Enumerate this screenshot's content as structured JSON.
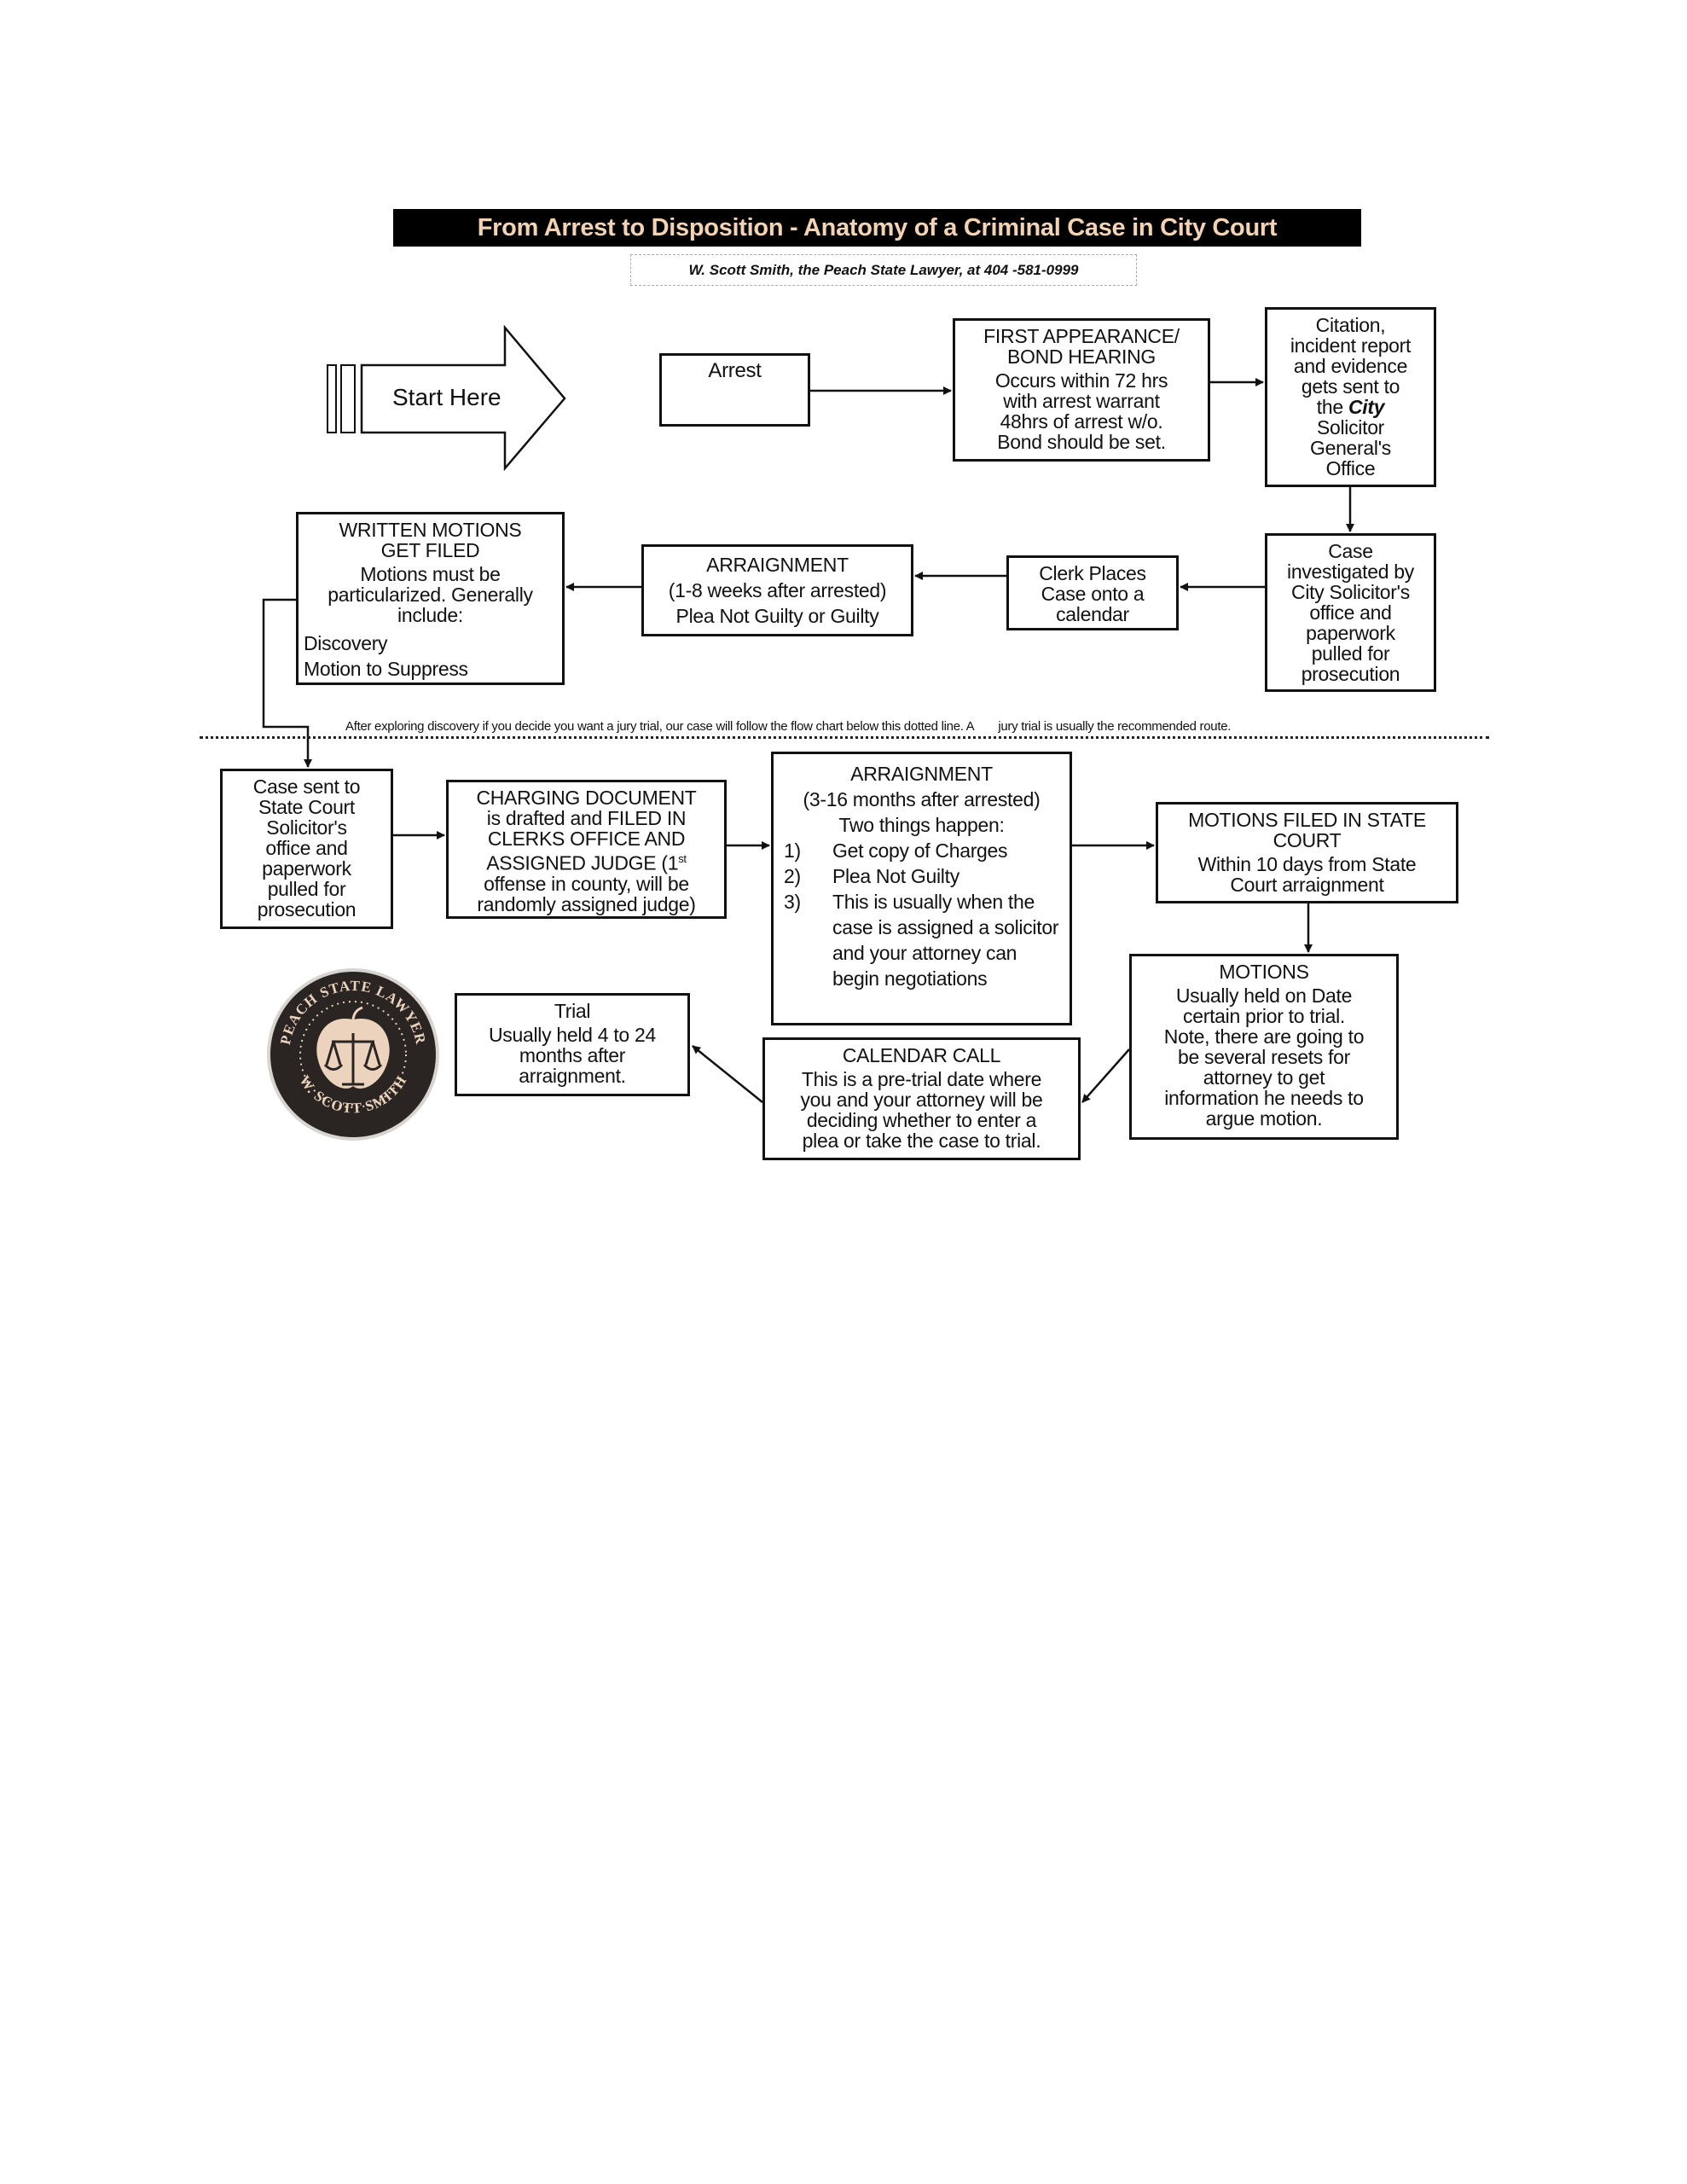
{
  "title": "From Arrest to Disposition - Anatomy of a Criminal Case in City Court",
  "subtitle": "W. Scott Smith, the Peach State Lawyer, at 404 -581-0999",
  "start": "Start Here",
  "arrest": "Arrest",
  "first_appearance": {
    "heading": [
      "FIRST APPEARANCE/",
      "BOND HEARING"
    ],
    "body": [
      "Occurs within 72 hrs",
      "with arrest warrant",
      "48hrs of arrest w/o.",
      "Bond should be set."
    ]
  },
  "citation": {
    "pre": [
      "Citation,",
      "incident report",
      "and evidence",
      "gets sent to"
    ],
    "the": "the ",
    "city": "City",
    "post": [
      "Solicitor",
      "General's",
      "Office"
    ]
  },
  "case_investigated": [
    "Case",
    "investigated by",
    "City Solicitor's",
    "office and",
    "paperwork",
    "pulled for",
    "prosecution"
  ],
  "clerk_places": [
    "Clerk Places",
    "Case onto a",
    "calendar"
  ],
  "arraignment_city": {
    "heading": "ARRAIGNMENT",
    "body": [
      "(1-8 weeks after arrested)",
      "Plea Not Guilty or Guilty"
    ]
  },
  "written_motions": {
    "heading": [
      "WRITTEN MOTIONS",
      "GET FILED"
    ],
    "body": [
      "Motions must be",
      "particularized.  Generally",
      "include:"
    ],
    "items": [
      "Discovery",
      "Motion to Suppress"
    ]
  },
  "note": [
    "After exploring discovery if you decide you want a jury trial, our case will follow the flow chart below this dotted line. A",
    "jury trial is usually the recommended route."
  ],
  "case_sent": [
    "Case sent to",
    "State Court",
    "Solicitor's",
    "office and",
    "paperwork",
    "pulled for",
    "prosecution"
  ],
  "charging": {
    "lines": [
      "CHARGING DOCUMENT",
      "is drafted and FILED IN",
      "CLERKS OFFICE AND"
    ],
    "judge": "ASSIGNED JUDGE (1",
    "sup": "st",
    "rest": [
      "offense in county, will be",
      "randomly assigned judge)"
    ]
  },
  "arraignment_state": {
    "heading": "ARRAIGNMENT",
    "timing": "(3-16 months after arrested)",
    "intro": "Two things happen:",
    "items": [
      {
        "n": "1)",
        "text": "Get copy of Charges"
      },
      {
        "n": "2)",
        "text": "Plea Not Guilty"
      },
      {
        "n": "3)",
        "text": "This is usually when the case is assigned a solicitor and your attorney can begin negotiations"
      }
    ]
  },
  "motions_filed": {
    "heading": [
      "MOTIONS FILED IN STATE",
      "COURT"
    ],
    "body": [
      "Within 10 days from State",
      "Court arraignment"
    ]
  },
  "motions": {
    "heading": "MOTIONS",
    "body": [
      "Usually held on Date",
      "certain prior to trial.",
      "Note, there are going to",
      "be several resets for",
      "attorney to get",
      "information he needs to",
      "argue motion."
    ]
  },
  "calendar_call": {
    "heading": "CALENDAR CALL",
    "body": [
      "This  is a pre-trial date where",
      "you and your attorney will be",
      "deciding whether to enter a",
      "plea or take the case to trial."
    ]
  },
  "trial": {
    "heading": "Trial",
    "body": [
      "Usually held 4 to 24",
      "months after",
      "arraignment."
    ]
  },
  "logo": {
    "top": "PEACH STATE LAWYER",
    "bottom": "W. SCOTT SMITH"
  },
  "colors": {
    "title_text": "#f3d3b4",
    "logo_dark": "#2a2522",
    "logo_peach": "#ecd3bd"
  }
}
